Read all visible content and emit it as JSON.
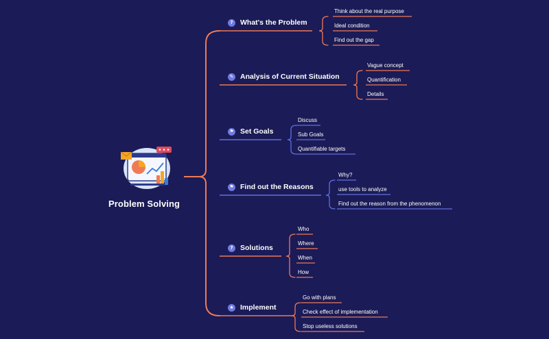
{
  "root": {
    "title": "Problem Solving",
    "icon": "presentation-chart-icon"
  },
  "colors": {
    "background": "#1b1b57",
    "orange": "#f07a56",
    "blue": "#5f6fe0",
    "icon": "#6f7ae0"
  },
  "branches": [
    {
      "label": "What's the Problem",
      "icon": "question-icon",
      "glyph": "?",
      "color": "#f07a56",
      "leaves": [
        "Think about the real purpose",
        "Ideal condition",
        "Find out the gap"
      ]
    },
    {
      "label": "Analysis of Current Situation",
      "icon": "compass-icon",
      "glyph": "✎",
      "color": "#f07a56",
      "leaves": [
        "Vague concept",
        "Quantification",
        "Details"
      ]
    },
    {
      "label": "Set Goals",
      "icon": "flag-icon",
      "glyph": "⚑",
      "color": "#5f6fe0",
      "leaves": [
        "Discuss",
        "Sub Goals",
        "Quantifiable targets"
      ]
    },
    {
      "label": "Find out the Reasons",
      "icon": "flag-icon",
      "glyph": "⚑",
      "color": "#5f6fe0",
      "leaves": [
        "Why?",
        "use tools to analyze",
        "Find out the reason from the phenomenon"
      ]
    },
    {
      "label": "Solutions",
      "icon": "question-icon",
      "glyph": "?",
      "color": "#f07a56",
      "leaves": [
        "Who",
        "Where",
        "When",
        "How"
      ]
    },
    {
      "label": "Implement",
      "icon": "star-icon",
      "glyph": "★",
      "color": "#f07a56",
      "leaves": [
        "Go with plans",
        "Check effect of implementation",
        "Stop useless solutions"
      ]
    }
  ]
}
